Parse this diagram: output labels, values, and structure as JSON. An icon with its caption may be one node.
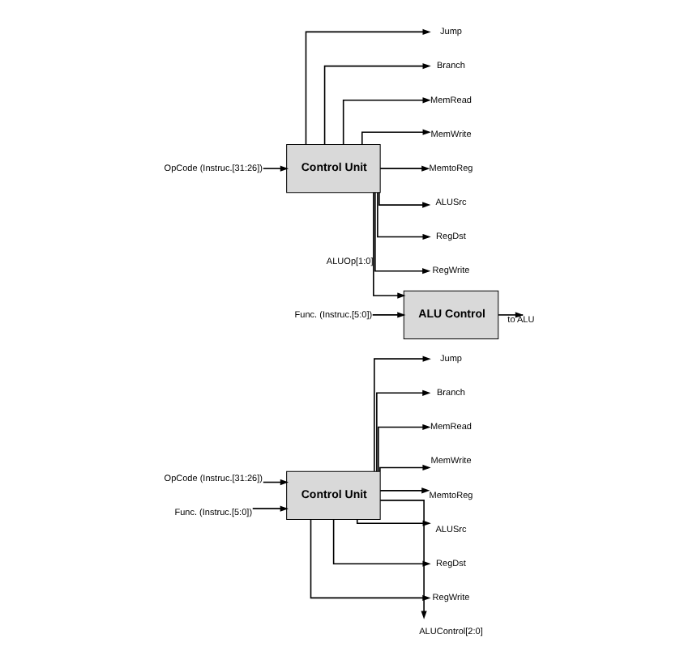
{
  "diagram": {
    "nodes": [
      {
        "text": [
          "OpCode (Instruc.[31:26])"
        ]
      },
      {
        "text": [
          "Func. (Instruc.[5:0])"
        ]
      },
      {
        "text": [
          "Control Unit"
        ]
      },
      {
        "text": [
          "Jump"
        ]
      },
      {
        "text": [
          "Branch"
        ]
      },
      {
        "text": [
          "MemRead"
        ]
      },
      {
        "text": [
          "MemWrite"
        ]
      },
      {
        "text": [
          "MemtoReg"
        ]
      },
      {
        "text": [
          "ALUSrc"
        ]
      },
      {
        "text": [
          "RegDst"
        ]
      },
      {
        "text": [
          "RegWrite"
        ]
      },
      {
        "text": [
          "ALUControl[2:0]"
        ]
      },
      {
        "text": [
          "OpCode (Instruc.[31:26])"
        ]
      },
      {
        "text": [
          "Control Unit"
        ]
      },
      {
        "text": [
          "Jump"
        ]
      },
      {
        "text": [
          "Branch"
        ]
      },
      {
        "text": [
          "MemRead"
        ]
      },
      {
        "text": [
          "MemWrite"
        ]
      },
      {
        "text": [
          "MemtoReg"
        ]
      },
      {
        "text": [
          "ALUSrc"
        ]
      },
      {
        "text": [
          "RegDst"
        ]
      },
      {
        "text": [
          "RegWrite"
        ]
      },
      {
        "text": [
          "ALU Control"
        ]
      },
      {
        "text": [
          "Func. (Instruc.[5:0])"
        ]
      }
    ],
    "edges": [
      {
        "from": 0,
        "to": 2,
        "arrow": "to"
      },
      {
        "from": 1,
        "to": 2,
        "arrow": "to"
      },
      {
        "from": 2,
        "to": 3,
        "arrow": "to"
      },
      {
        "from": 2,
        "to": 4,
        "arrow": "to"
      },
      {
        "from": 2,
        "to": 5,
        "arrow": "to"
      },
      {
        "from": 2,
        "to": 6,
        "arrow": "to"
      },
      {
        "from": 2,
        "to": 7,
        "arrow": "to"
      },
      {
        "from": 2,
        "to": 8,
        "arrow": "to"
      },
      {
        "from": 2,
        "to": 9,
        "arrow": "to"
      },
      {
        "from": 2,
        "to": 10,
        "arrow": "to"
      },
      {
        "from": 2,
        "to": 11,
        "arrow": "to"
      },
      {
        "from": 12,
        "to": 13,
        "arrow": "to"
      },
      {
        "from": 13,
        "to": 14,
        "arrow": "to"
      },
      {
        "from": 13,
        "to": 15,
        "arrow": "to"
      },
      {
        "from": 13,
        "to": 16,
        "arrow": "to"
      },
      {
        "from": 13,
        "to": 17,
        "arrow": "to"
      },
      {
        "from": 13,
        "to": 18,
        "arrow": "to"
      },
      {
        "from": 13,
        "to": 19,
        "arrow": "to"
      },
      {
        "from": 13,
        "to": 20,
        "arrow": "to"
      },
      {
        "from": 13,
        "to": 21,
        "arrow": "to"
      },
      {
        "from": 13,
        "to": 22,
        "arrow": "to",
        "label": "ALUOp[1:0]"
      },
      {
        "from": 23,
        "to": 22,
        "arrow": "to"
      },
      {
        "from": 22,
        "to": null,
        "arrow": "to",
        "label": "to ALU"
      }
    ]
  }
}
